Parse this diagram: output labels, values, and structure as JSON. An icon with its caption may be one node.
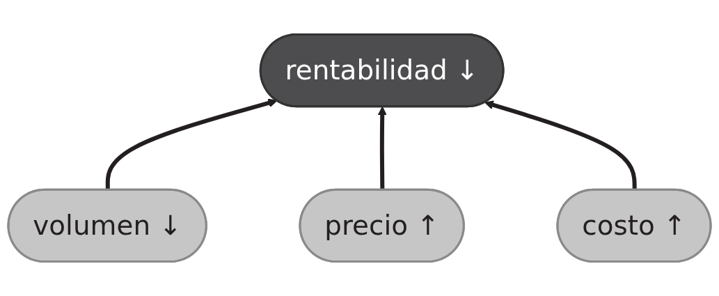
{
  "diagram": {
    "nodes": [
      {
        "text": [
          "volumen ↓"
        ]
      },
      {
        "text": [
          "rentabilidad ↓"
        ]
      },
      {
        "text": [
          "precio ↑"
        ]
      },
      {
        "text": [
          "costo ↑"
        ]
      }
    ],
    "edges": [
      {
        "from": 0,
        "to": 1,
        "arrow": "to"
      },
      {
        "from": 2,
        "to": 1,
        "arrow": "to"
      },
      {
        "from": 3,
        "to": 1,
        "arrow": "to"
      }
    ]
  }
}
